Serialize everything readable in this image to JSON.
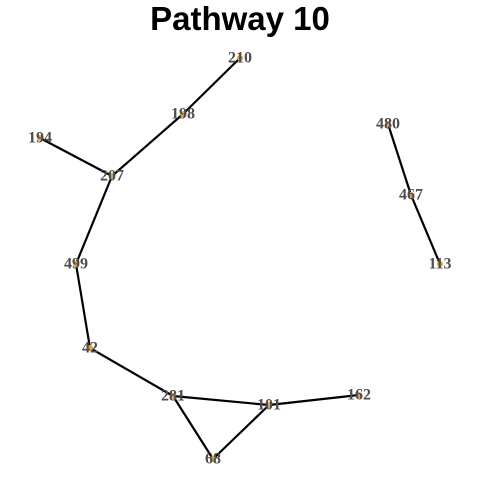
{
  "title": "Pathway 10",
  "colors": {
    "edge": "#000000",
    "node": "#e69f3c",
    "label": "#4d4d4d"
  },
  "nodes": [
    {
      "id": "210"
    },
    {
      "id": "198"
    },
    {
      "id": "194"
    },
    {
      "id": "207"
    },
    {
      "id": "480"
    },
    {
      "id": "467"
    },
    {
      "id": "113"
    },
    {
      "id": "499"
    },
    {
      "id": "42"
    },
    {
      "id": "281"
    },
    {
      "id": "101"
    },
    {
      "id": "162"
    },
    {
      "id": "68"
    }
  ],
  "edges": [
    [
      "210",
      "198"
    ],
    [
      "198",
      "207"
    ],
    [
      "194",
      "207"
    ],
    [
      "207",
      "499"
    ],
    [
      "499",
      "42"
    ],
    [
      "42",
      "281"
    ],
    [
      "281",
      "101"
    ],
    [
      "281",
      "68"
    ],
    [
      "68",
      "101"
    ],
    [
      "101",
      "162"
    ],
    [
      "480",
      "467"
    ],
    [
      "467",
      "113"
    ]
  ]
}
